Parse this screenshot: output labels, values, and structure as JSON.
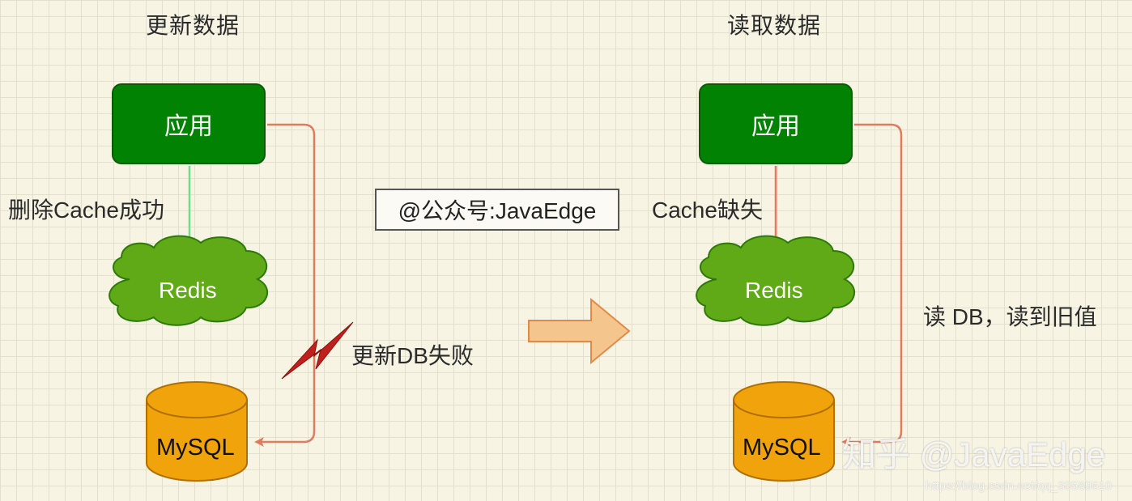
{
  "left": {
    "heading": "更新数据",
    "app_label": "应用",
    "arrow_label": "删除Cache成功",
    "cache_label": "Redis",
    "db_label": "MySQL",
    "fail_label": "更新DB失败"
  },
  "right": {
    "heading": "读取数据",
    "app_label": "应用",
    "arrow_label": "Cache缺失",
    "cache_label": "Redis",
    "db_label": "MySQL",
    "read_label": "读 DB，读到旧值"
  },
  "center_tag": "@公众号:JavaEdge",
  "watermark": {
    "text": "知乎 @JavaEdge",
    "url": "https://blog.csdn.net/qq_33589510"
  },
  "colors": {
    "app_fill": "#028202",
    "cloud_fill": "#60a917",
    "db_fill": "#f0a30a",
    "arrow_red": "#e07b60",
    "arrow_green": "#6de08a",
    "transition_arrow": "#f5c58e",
    "lightning": "#c0201c"
  }
}
